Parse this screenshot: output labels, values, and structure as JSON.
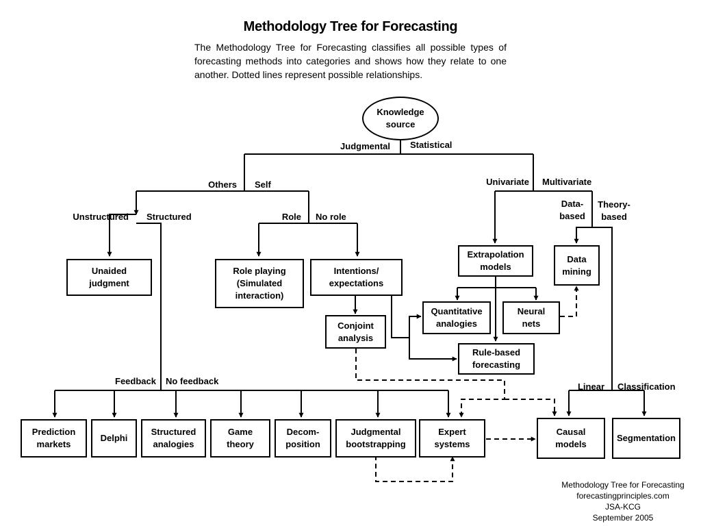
{
  "title": "Methodology Tree for Forecasting",
  "description": "The Methodology Tree for Forecasting classifies all possible types of forecasting methods into categories and shows how they relate to one another. Dotted lines represent possible relationships.",
  "root": "Knowledge\nsource",
  "branch_labels": {
    "judgmental": "Judgmental",
    "statistical": "Statistical",
    "others": "Others",
    "self": "Self",
    "unstructured": "Unstructured",
    "structured": "Structured",
    "role": "Role",
    "no_role": "No role",
    "univariate": "Univariate",
    "multivariate": "Multivariate",
    "data_based": "Data-\nbased",
    "theory_based": "Theory-\nbased",
    "feedback": "Feedback",
    "no_feedback": "No feedback",
    "linear": "Linear",
    "classification": "Classification"
  },
  "methods": {
    "unaided_judgment": "Unaided\njudgment",
    "role_playing": "Role playing\n(Simulated\ninteraction)",
    "intentions": "Intentions/\nexpectations",
    "conjoint": "Conjoint\nanalysis",
    "extrapolation": "Extrapolation\nmodels",
    "data_mining": "Data\nmining",
    "quantitative_analogies": "Quantitative\nanalogies",
    "neural_nets": "Neural\nnets",
    "rule_based": "Rule-based\nforecasting",
    "prediction_markets": "Prediction\nmarkets",
    "delphi": "Delphi",
    "structured_analogies": "Structured\nanalogies",
    "game_theory": "Game\ntheory",
    "decomposition": "Decom-\nposition",
    "judgmental_bootstrapping": "Judgmental\nbootstrapping",
    "expert_systems": "Expert\nsystems",
    "causal_models": "Causal\nmodels",
    "segmentation": "Segmentation"
  },
  "footer": {
    "line1": "Methodology Tree for Forecasting",
    "line2": "forecastingprinciples.com",
    "line3": "JSA-KCG",
    "line4": "September 2005"
  }
}
